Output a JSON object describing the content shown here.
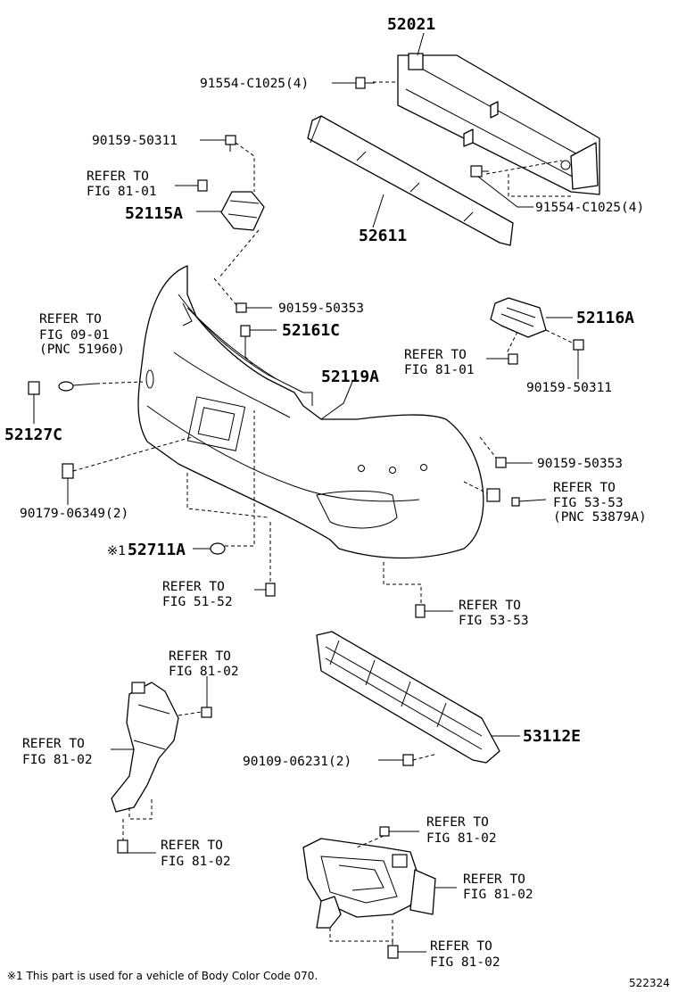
{
  "labels": {
    "p52021": "52021",
    "p91554_top": "91554-C1025(4)",
    "p90159_50311_a": "90159-50311",
    "refer_8101_a1": "REFER TO",
    "refer_8101_a2": "FIG 81-01",
    "p52115A": "52115A",
    "p52611": "52611",
    "p91554_right": "91554-C1025(4)",
    "p90159_50353_a": "90159-50353",
    "refer_0901_1": "REFER TO",
    "refer_0901_2": "FIG 09-01",
    "refer_0901_3": "(PNC 51960)",
    "p52161C": "52161C",
    "p52116A": "52116A",
    "refer_8101_b1": "REFER TO",
    "refer_8101_b2": "FIG 81-01",
    "p52119A": "52119A",
    "p90159_50311_b": "90159-50311",
    "p52127C": "52127C",
    "p90159_50353_b": "90159-50353",
    "refer_5353_a1": "REFER TO",
    "refer_5353_a2": "FIG 53-53",
    "refer_5353_a3": "(PNC 53879A)",
    "p90179": "90179-06349(2)",
    "mark_52711": "※1",
    "p52711A": "52711A",
    "refer_5152_1": "REFER TO",
    "refer_5152_2": "FIG 51-52",
    "refer_5353_b1": "REFER TO",
    "refer_5353_b2": "FIG 53-53",
    "refer_8102_a1": "REFER TO",
    "refer_8102_a2": "FIG 81-02",
    "refer_8102_b1": "REFER TO",
    "refer_8102_b2": "FIG 81-02",
    "p53112E": "53112E",
    "p90109": "90109-06231(2)",
    "refer_8102_c1": "REFER TO",
    "refer_8102_c2": "FIG 81-02",
    "refer_8102_d1": "REFER TO",
    "refer_8102_d2": "FIG 81-02",
    "refer_8102_e1": "REFER TO",
    "refer_8102_e2": "FIG 81-02",
    "refer_8102_f1": "REFER TO",
    "refer_8102_f2": "FIG 81-02"
  },
  "footnote": "※1 This part is used for a vehicle of Body Color Code 070.",
  "figure_code": "522324"
}
